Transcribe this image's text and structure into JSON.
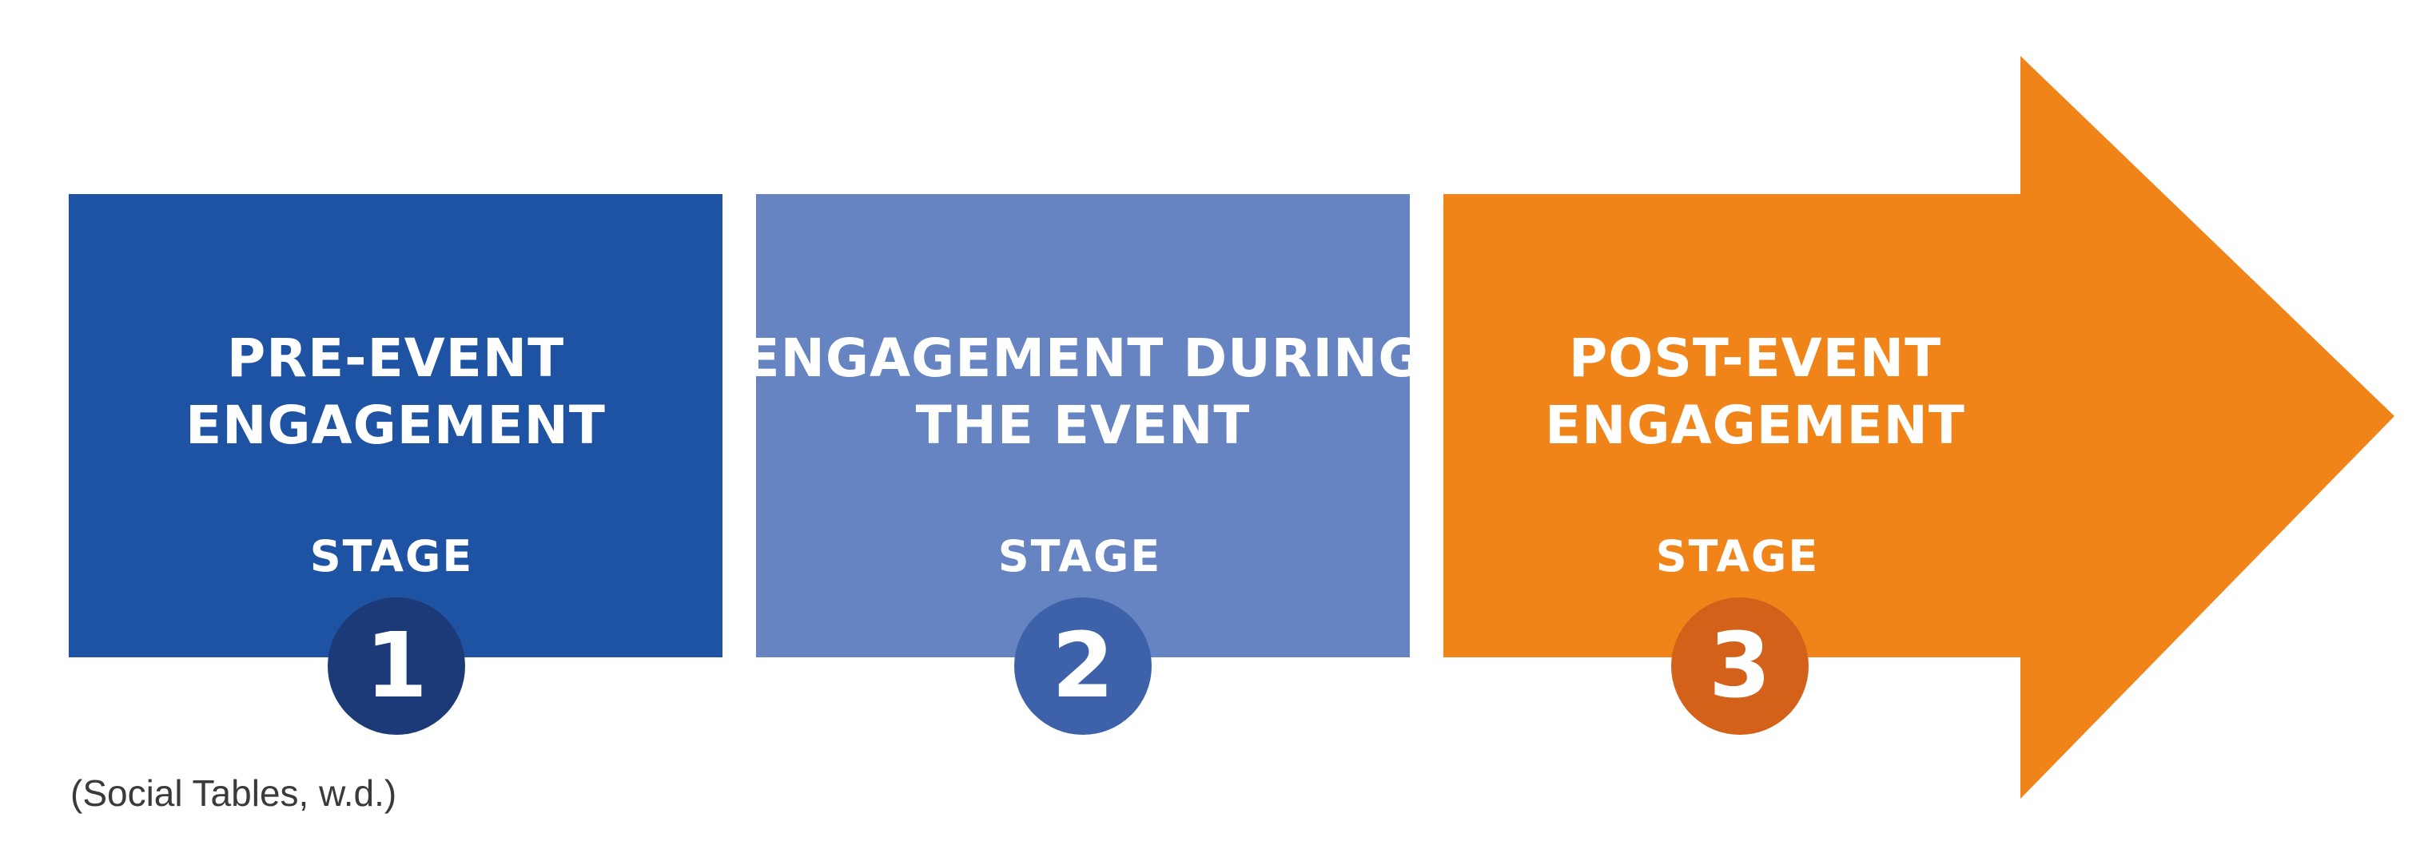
{
  "stages": [
    {
      "title_line1": "PRE-EVENT",
      "title_line2": "ENGAGEMENT",
      "stage_label": "STAGE",
      "number": "1",
      "box_color": "#1e53a3",
      "circle_color": "#1c3a78"
    },
    {
      "title_line1": "ENGAGEMENT DURING",
      "title_line2": "THE EVENT",
      "stage_label": "STAGE",
      "number": "2",
      "box_color": "#6683c2",
      "circle_color": "#3d62aa"
    },
    {
      "title_line1": "POST-EVENT",
      "title_line2": "ENGAGEMENT",
      "stage_label": "STAGE",
      "number": "3",
      "box_color": "#f08418",
      "circle_color": "#d4611a"
    }
  ],
  "citation": "(Social Tables, w.d.)"
}
